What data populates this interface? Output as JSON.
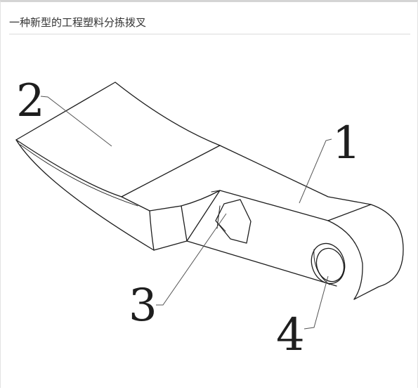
{
  "page": {
    "title": "一种新型的工程塑料分拣拨叉"
  },
  "figure": {
    "callouts": [
      {
        "label": "2",
        "part": "fork-blade"
      },
      {
        "label": "1",
        "part": "fork-arm"
      },
      {
        "label": "3",
        "part": "hex-hole"
      },
      {
        "label": "4",
        "part": "pivot-bushing"
      }
    ],
    "colors": {
      "line": "#1e1e1e",
      "leader": "#555555",
      "background": "#ffffff"
    }
  }
}
